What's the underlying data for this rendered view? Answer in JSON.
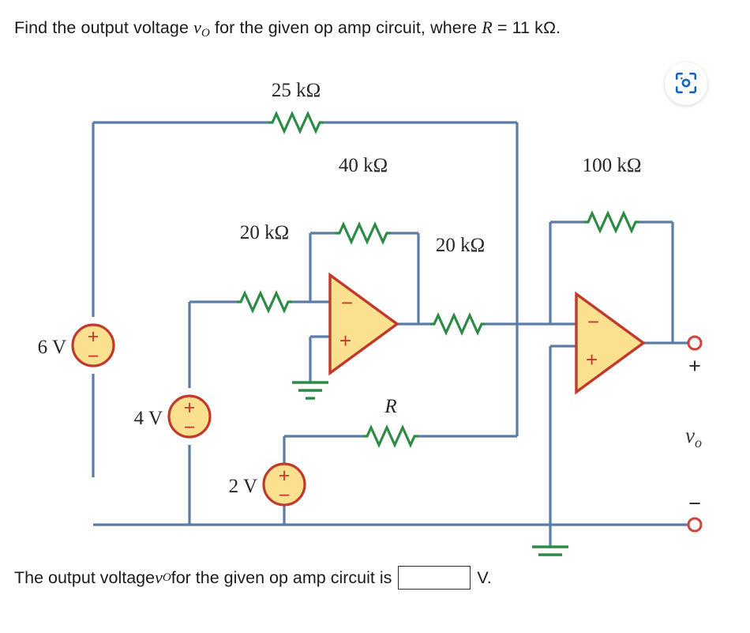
{
  "problem": {
    "prefix": "Find the output voltage ",
    "var_v": "v",
    "var_sub": "O",
    "middle": " for the given op amp circuit, where ",
    "var_R": "R",
    "suffix": " = 11 kΩ."
  },
  "answer": {
    "prefix": "The output voltage ",
    "var_v": "v",
    "var_sub": "O",
    "middle": " for the given op amp circuit is",
    "input_value": "",
    "input_placeholder": "",
    "unit": "V."
  },
  "toolbar": {
    "scan_icon": "scan-focus-icon",
    "scan_label": "Open image in viewer"
  },
  "colors": {
    "wire": "#5b7ca6",
    "resistor": "#2e8b47",
    "opamp_fill": "#fbe08f",
    "opamp_stroke": "#c0392b",
    "source_fill": "#fbe08f",
    "source_stroke": "#c0392b",
    "ground": "#2e8b47",
    "terminal": "#d0433a",
    "accent_blue": "#1565c0",
    "text": "#1b1b1b"
  },
  "circuit": {
    "title": "Two-stage op amp circuit",
    "resistors": [
      {
        "name": "r-25k",
        "label": "25 kΩ",
        "value": 25,
        "unit": "kΩ"
      },
      {
        "name": "r-40k",
        "label": "40 kΩ",
        "value": 40,
        "unit": "kΩ"
      },
      {
        "name": "r-20k-in",
        "label": "20 kΩ",
        "value": 20,
        "unit": "kΩ"
      },
      {
        "name": "r-20k-mid",
        "label": "20 kΩ",
        "value": 20,
        "unit": "kΩ"
      },
      {
        "name": "r-100k",
        "label": "100 kΩ",
        "value": 100,
        "unit": "kΩ"
      },
      {
        "name": "r-R",
        "label": "R",
        "value": 11,
        "unit": "kΩ"
      }
    ],
    "sources": [
      {
        "name": "src-6v",
        "label": "6 V",
        "value": 6,
        "plus": "+",
        "minus": "−"
      },
      {
        "name": "src-4v",
        "label": "4 V",
        "value": 4,
        "plus": "+",
        "minus": "−"
      },
      {
        "name": "src-2v",
        "label": "2 V",
        "value": 2,
        "plus": "+",
        "minus": "−"
      }
    ],
    "opamps": [
      {
        "name": "opamp-stage-1",
        "inverting": "−",
        "noninverting": "+"
      },
      {
        "name": "opamp-stage-2",
        "inverting": "−",
        "noninverting": "+"
      }
    ],
    "output": {
      "plus": "+",
      "minus": "−",
      "var_v": "v",
      "var_sub": "o"
    },
    "grounds": [
      {
        "name": "ground-stage-1"
      },
      {
        "name": "ground-output"
      }
    ]
  }
}
